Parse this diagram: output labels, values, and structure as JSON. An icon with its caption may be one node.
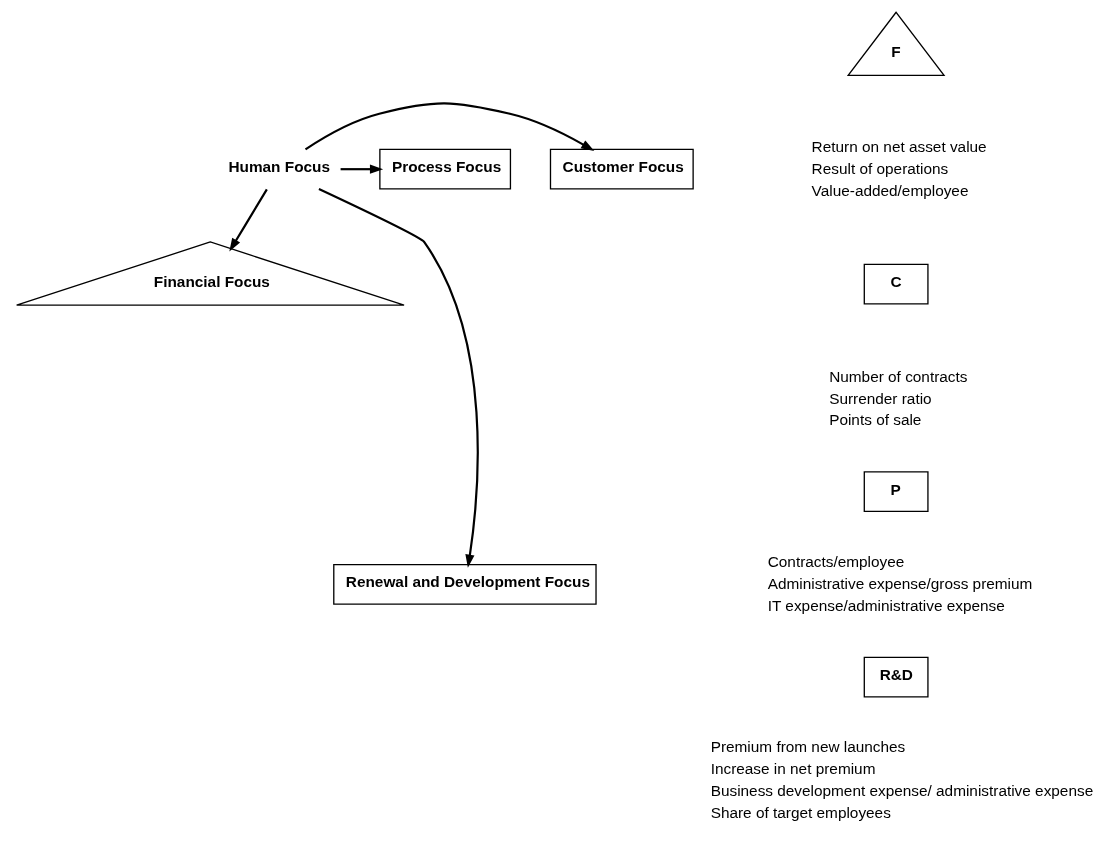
{
  "diagram": {
    "nodes": [
      {
        "text": [
          "Financial Focus"
        ]
      },
      {
        "text": [
          "Customer Focus"
        ]
      },
      {
        "text": [
          "Human Focus"
        ]
      },
      {
        "text": [
          "Process Focus"
        ]
      },
      {
        "text": [
          "Renewal and Development Focus"
        ]
      },
      {
        "text": [
          "F"
        ],
        "beside": [
          "Return on net asset value",
          "Result of operations",
          "Value-added/employee"
        ]
      },
      {
        "text": [
          "C"
        ],
        "beside": [
          "Number of contracts",
          "Surrender ratio",
          "Points of sale"
        ]
      },
      {
        "text": [
          "P"
        ],
        "beside": [
          "Contracts/employee",
          "Administrative expense/gross premium",
          "IT expense/administrative expense"
        ]
      },
      {
        "text": [
          "R&D"
        ],
        "beside": [
          "Premium from new launches",
          "Increase in net premium",
          "Business development expense/ administrative expense",
          "Share of target employees"
        ]
      }
    ],
    "edges": [
      {
        "from": 2,
        "to": 0,
        "arrow": "to"
      },
      {
        "from": 2,
        "to": 1,
        "arrow": "to"
      },
      {
        "from": 2,
        "to": 3,
        "arrow": "to"
      },
      {
        "from": 2,
        "to": 4,
        "arrow": "to"
      }
    ]
  }
}
